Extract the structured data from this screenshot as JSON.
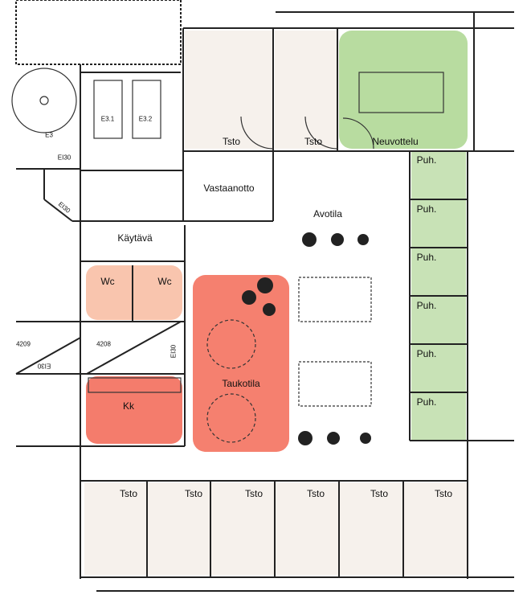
{
  "colors": {
    "office": "#f6f1ec",
    "meeting": "#b8dca0",
    "phone": "#c8e2b6",
    "wc": "#f9c5ae",
    "kitchen": "#f47c6c",
    "break": "#f5806f"
  },
  "rooms": {
    "e3": "E3",
    "e31": "E3.1",
    "e32": "E3.2",
    "ei30_a": "EI30",
    "ei30_b": "EI30",
    "ei30_c": "EI30",
    "ei30_d": "EI30",
    "r4209": "4209",
    "r4208": "4208",
    "wc1": "Wc",
    "wc2": "Wc",
    "kk": "Kk",
    "kaytava": "Käytävä",
    "vastaanotto": "Vastaanotto",
    "tsto_top": [
      "Tsto",
      "Tsto"
    ],
    "neuvottelu": "Neuvottelu",
    "avotila": "Avotila",
    "puh": [
      "Puh.",
      "Puh.",
      "Puh.",
      "Puh.",
      "Puh.",
      "Puh."
    ],
    "taukotila": "Taukotila",
    "tsto_bottom": [
      "Tsto",
      "Tsto",
      "Tsto",
      "Tsto",
      "Tsto",
      "Tsto"
    ]
  }
}
